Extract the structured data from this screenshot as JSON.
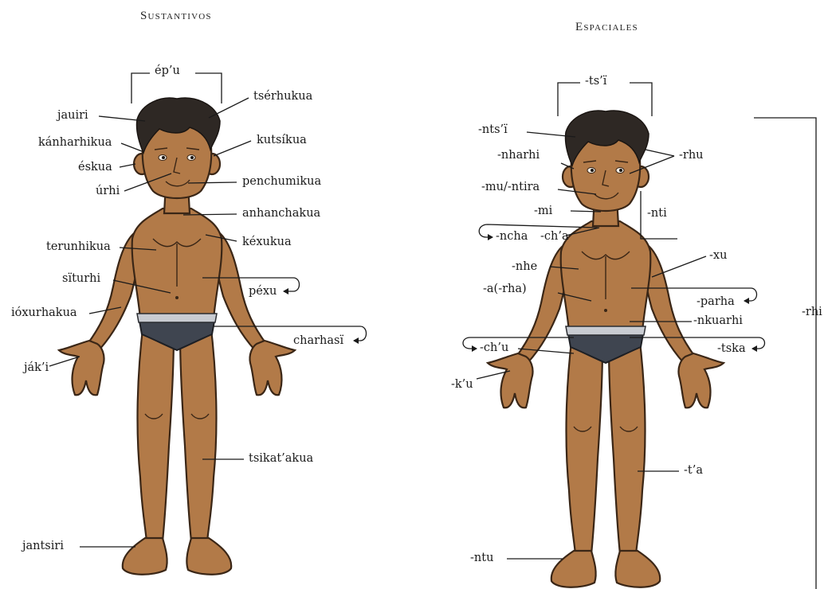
{
  "left_panel": {
    "heading": "Sustantivos",
    "labels": {
      "epu": "ép’u",
      "jauiri": "jauiri",
      "tserhukua": "tsérhukua",
      "kanharhikua": "kánharhikua",
      "kutsikua": "kutsíkua",
      "eskua": "éskua",
      "urhi": "úrhi",
      "penchumikua": "penchumikua",
      "anhanchakua": "anhanchakua",
      "terunhikua": "terunhikua",
      "kexukua": "kéxukua",
      "siturhi": "sïturhi",
      "pexu": "péxu",
      "ioxurhakua": "ióxurhakua",
      "charhasi": "charhasï",
      "jaki": "ják’i",
      "tsikatakua": "tsikat’akua",
      "jantsiri": "jantsiri"
    }
  },
  "right_panel": {
    "heading": "Espaciales",
    "labels": {
      "tsi": "-ts’ï",
      "ntsi": "-nts’ï",
      "nharhi": "-nharhi",
      "rhu": "-rhu",
      "mu_ntira": "-mu/-ntira",
      "mi": "-mi",
      "nti": "-nti",
      "ncha": "-ncha",
      "cha": "-ch’a",
      "nhe": "-nhe",
      "xu": "-xu",
      "arha": "-a(-rha)",
      "parha": "-parha",
      "nkuarhi": "-nkuarhi",
      "rhi": "-rhi",
      "chu": "-ch’u",
      "tska": "-tska",
      "ku": "-k’u",
      "ta": "-t’a",
      "ntu": "-ntu"
    }
  }
}
